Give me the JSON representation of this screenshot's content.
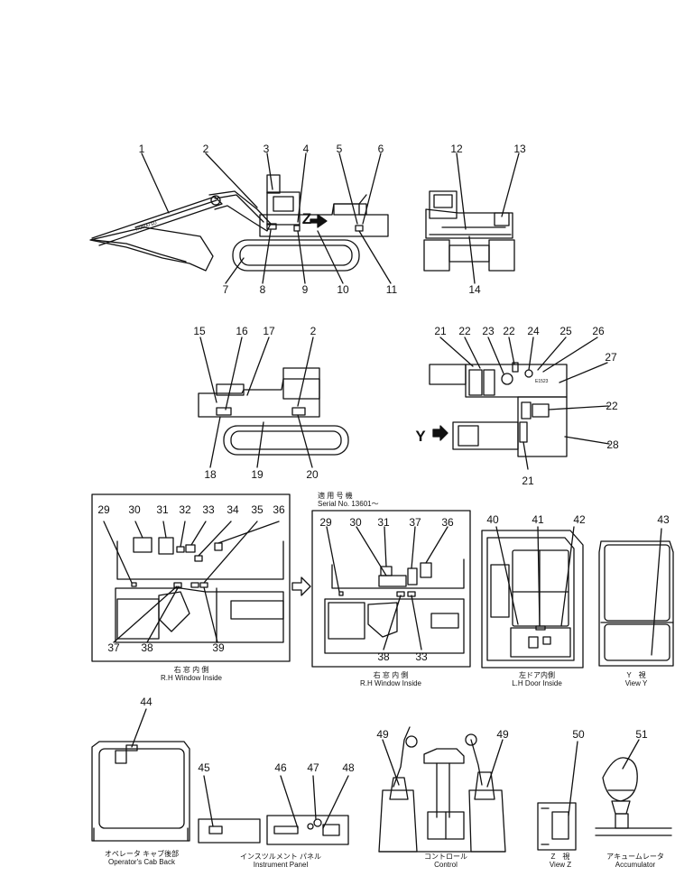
{
  "callouts": [
    "1",
    "2",
    "3",
    "4",
    "5",
    "6",
    "7",
    "8",
    "9",
    "10",
    "11",
    "12",
    "13",
    "14",
    "15",
    "16",
    "17",
    "2",
    "18",
    "19",
    "20",
    "21",
    "22",
    "23",
    "22",
    "24",
    "25",
    "26",
    "27",
    "22",
    "28",
    "21",
    "29",
    "30",
    "31",
    "32",
    "33",
    "34",
    "35",
    "36",
    "37",
    "38",
    "39",
    "29",
    "30",
    "31",
    "37",
    "36",
    "38",
    "33",
    "40",
    "41",
    "42",
    "43",
    "44",
    "45",
    "46",
    "47",
    "48",
    "49",
    "49",
    "50",
    "51"
  ],
  "view_labels": {
    "z": "Z",
    "y": "Y"
  },
  "serial_note": {
    "jp": "適 用 号 機",
    "en": "Serial No. 13601～"
  },
  "captions": {
    "rh_window_1": {
      "jp": "右 窓 内 側",
      "en": "R.H Window Inside"
    },
    "rh_window_2": {
      "jp": "右 窓 内 側",
      "en": "R.H Window Inside"
    },
    "lh_door": {
      "jp": "左ドア内側",
      "en": "L.H Door Inside"
    },
    "view_y": {
      "jp": "Y　視",
      "en": "View Y"
    },
    "cab_back": {
      "jp": "オペレータ キャブ後部",
      "en": "Operator's Cab Back"
    },
    "instrument_panel": {
      "jp": "インスツルメント パネル",
      "en": "Instrument Panel"
    },
    "control": {
      "jp": "コントロール",
      "en": "Control"
    },
    "view_z": {
      "jp": "Z　視",
      "en": "View Z"
    },
    "accumulator": {
      "jp": "アキュームレータ",
      "en": "Accumulator"
    }
  },
  "small_text": {
    "boom_brand": "KOMATSU",
    "plate": "E1523"
  }
}
